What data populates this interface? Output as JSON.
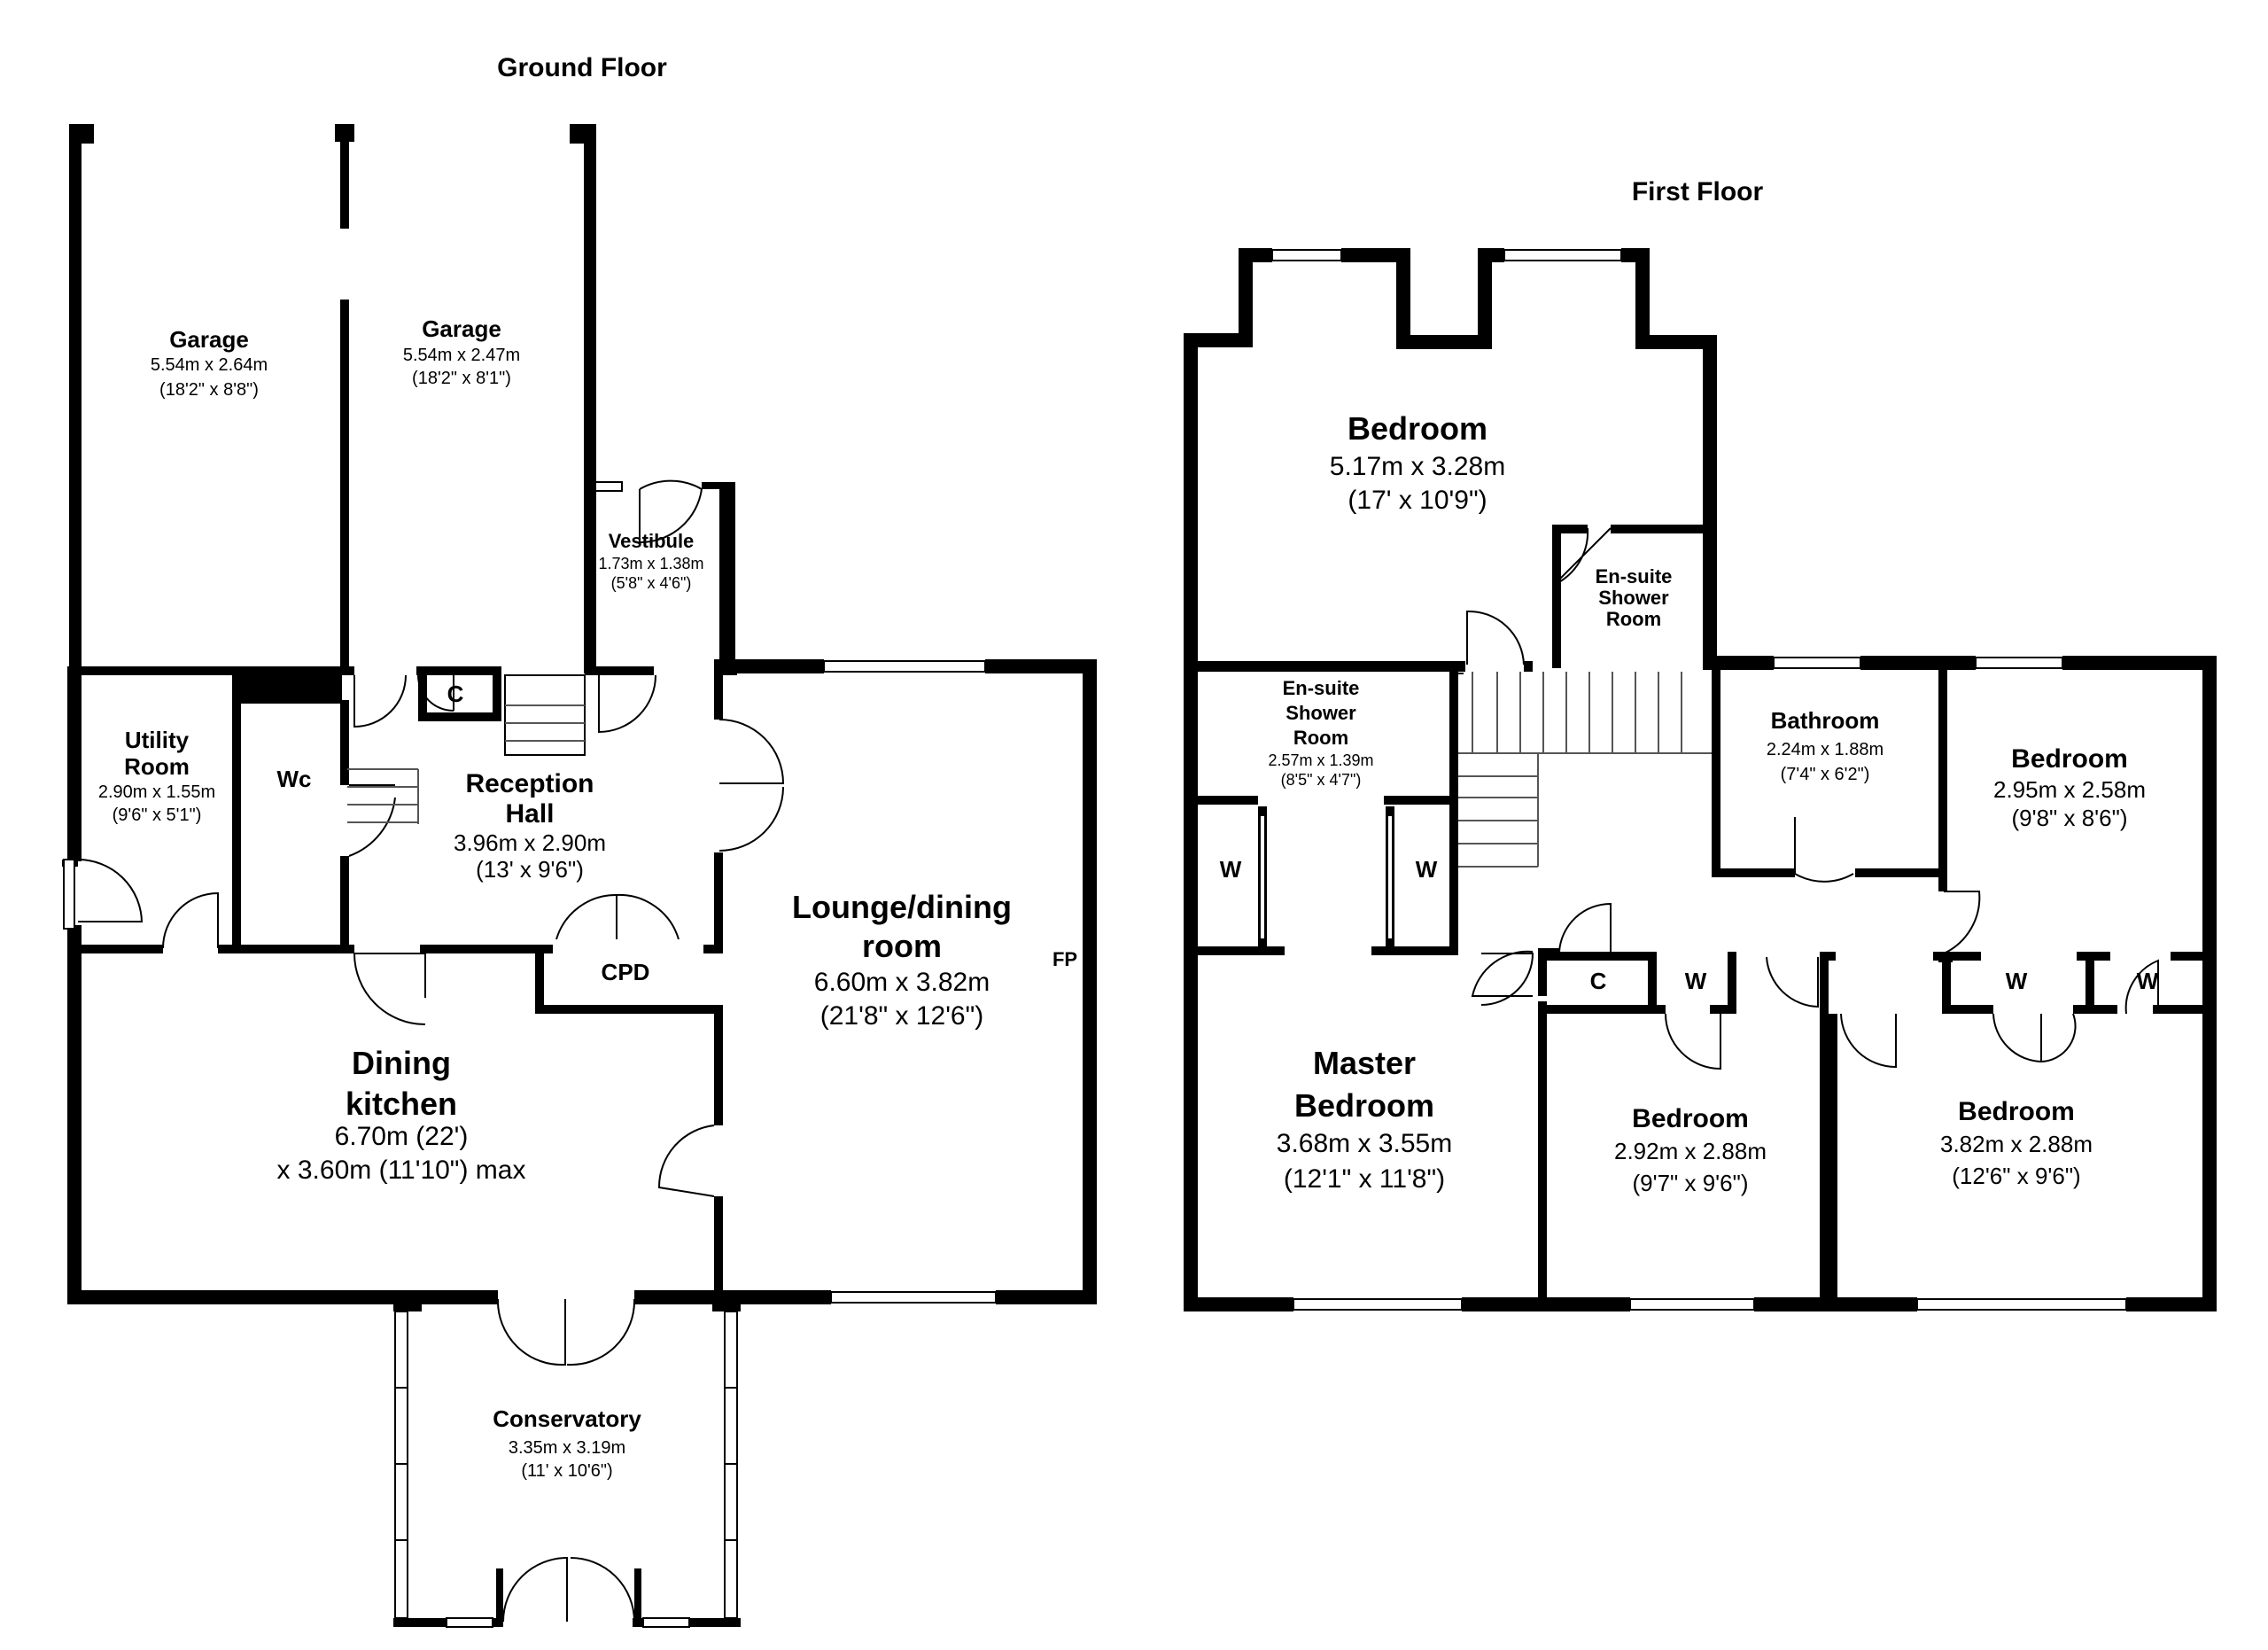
{
  "floors": [
    {
      "id": "ground",
      "title": "Ground Floor",
      "rooms": [
        {
          "id": "garage-1",
          "name": "Garage",
          "metric": "5.54m x 2.64m",
          "imperial": "(18'2\" x 8'8\")"
        },
        {
          "id": "garage-2",
          "name": "Garage",
          "metric": "5.54m x 2.47m",
          "imperial": "(18'2\" x 8'1\")"
        },
        {
          "id": "vestibule",
          "name": "Vestibule",
          "metric": "1.73m x 1.38m",
          "imperial": "(5'8\" x 4'6\")"
        },
        {
          "id": "utility-room",
          "name_lines": [
            "Utility",
            "Room"
          ],
          "metric": "2.90m x 1.55m",
          "imperial": "(9'6\" x 5'1\")"
        },
        {
          "id": "wc",
          "name": "Wc"
        },
        {
          "id": "cupboard",
          "name": "C"
        },
        {
          "id": "reception-hall",
          "name_lines": [
            "Reception",
            "Hall"
          ],
          "metric": "3.96m x 2.90m",
          "imperial": "(13' x 9'6\")"
        },
        {
          "id": "cpd",
          "name": "CPD"
        },
        {
          "id": "lounge-dining",
          "name_lines": [
            "Lounge/dining",
            "room"
          ],
          "metric": "6.60m x 3.82m",
          "imperial": "(21'8\" x 12'6\")",
          "note": "FP"
        },
        {
          "id": "dining-kitchen",
          "name_lines": [
            "Dining",
            "kitchen"
          ],
          "detail_lines": [
            "6.70m (22')",
            "x 3.60m (11'10\") max"
          ]
        },
        {
          "id": "conservatory",
          "name": "Conservatory",
          "metric": "3.35m x 3.19m",
          "imperial": "(11' x 10'6\")"
        }
      ]
    },
    {
      "id": "first",
      "title": "First Floor",
      "rooms": [
        {
          "id": "bedroom-top",
          "name": "Bedroom",
          "metric": "5.17m x 3.28m",
          "imperial": "(17' x 10'9\")"
        },
        {
          "id": "ensuite-top",
          "name_lines": [
            "En-suite",
            "Shower",
            "Room"
          ]
        },
        {
          "id": "ensuite-left",
          "name_lines": [
            "En-suite",
            "Shower",
            "Room"
          ],
          "metric": "2.57m x 1.39m",
          "imperial": "(8'5\" x 4'7\")"
        },
        {
          "id": "bathroom",
          "name": "Bathroom",
          "metric": "2.24m x 1.88m",
          "imperial": "(7'4\" x 6'2\")"
        },
        {
          "id": "bedroom-right",
          "name": "Bedroom",
          "metric": "2.95m x 2.58m",
          "imperial": "(9'8\" x 8'6\")"
        },
        {
          "id": "master-bedroom",
          "name_lines": [
            "Master",
            "Bedroom"
          ],
          "metric": "3.68m x 3.55m",
          "imperial": "(12'1\" x 11'8\")"
        },
        {
          "id": "bedroom-middle",
          "name": "Bedroom",
          "metric": "2.92m x 2.88m",
          "imperial": "(9'7\" x 9'6\")"
        },
        {
          "id": "bedroom-bottom-right",
          "name": "Bedroom",
          "metric": "3.82m x 2.88m",
          "imperial": "(12'6\" x 9'6\")"
        },
        {
          "id": "wardrobe-1",
          "name": "W"
        },
        {
          "id": "wardrobe-2",
          "name": "W"
        },
        {
          "id": "cupboard-first",
          "name": "C"
        },
        {
          "id": "wardrobe-3",
          "name": "W"
        },
        {
          "id": "wardrobe-4",
          "name": "W"
        },
        {
          "id": "wardrobe-5",
          "name": "W"
        }
      ]
    }
  ]
}
